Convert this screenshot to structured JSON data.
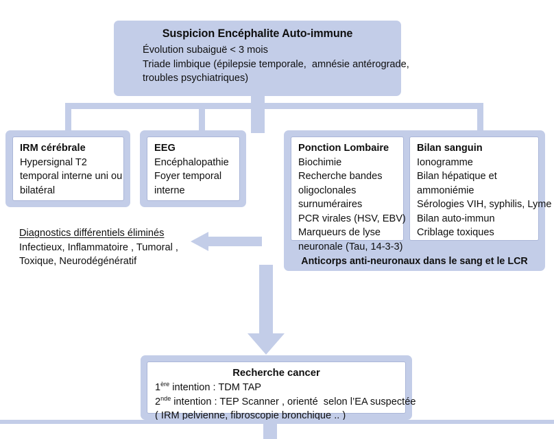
{
  "diagram": {
    "title": "Suspicion Encéphalite Auto-immune — algorithme diagnostique",
    "accent_color": "#c3cde8",
    "box_fill": "#ffffff",
    "text_color": "#0f0f0f"
  },
  "top_node": {
    "title": "Suspicion Encéphalite Auto-immune",
    "lines": [
      "Évolution subaiguë < 3 mois",
      "Triade limbique (épilepsie temporale,  amnésie antérograde,",
      "troubles psychiatriques)"
    ],
    "body": "Évolution subaiguë < 3 mois\nTriade limbique (épilepsie temporale,  amnésie antérograde,\ntroubles psychiatriques)"
  },
  "exams": {
    "irm": {
      "heading": "IRM cérébrale",
      "lines": [
        "Hypersignal T2",
        "temporal interne uni ou",
        "bilatéral"
      ],
      "body": "Hypersignal T2\ntemporal interne uni ou\nbilatéral"
    },
    "eeg": {
      "heading": "EEG",
      "lines": [
        "Encéphalopathie",
        "Foyer temporal",
        "interne"
      ],
      "body": "Encéphalopathie\nFoyer temporal\ninterne"
    },
    "ponction_lombaire": {
      "heading": "Ponction Lombaire",
      "lines": [
        "Biochimie",
        "Recherche bandes",
        "oligoclonales",
        "surnuméraires",
        "PCR virales (HSV, EBV)",
        "Marqueurs de lyse",
        "neuronale (Tau, 14-3-3)"
      ],
      "body": "Biochimie\nRecherche bandes\noligoclonales\nsurnuméraires\nPCR virales (HSV, EBV)\nMarqueurs de lyse\nneuronale (Tau, 14-3-3)"
    },
    "bilan_sanguin": {
      "heading": "Bilan sanguin",
      "lines": [
        "Ionogramme",
        "Bilan hépatique et",
        "ammoniémie",
        "Sérologies VIH, syphilis, Lyme",
        "Bilan auto-immun",
        "Criblage toxiques"
      ],
      "body": "Ionogramme\nBilan hépatique et\nammoniémie\nSérologies VIH, syphilis, Lyme\nBilan auto-immun\nCriblage toxiques"
    },
    "antibodies_banner": "Anticorps anti-neuronaux dans le sang et le LCR"
  },
  "differential": {
    "heading": "Diagnostics différentiels éliminés",
    "lines": [
      "Infectieux, Inflammatoire , Tumoral ,",
      "Toxique, Neurodégénératif"
    ],
    "body": "Infectieux, Inflammatoire , Tumoral ,\nToxique, Neurodégénératif"
  },
  "cancer_node": {
    "title": "Recherche cancer",
    "line1_prefix": "1",
    "line1_sup": "ère",
    "line1_rest": " intention : TDM TAP",
    "line2_prefix": "2",
    "line2_sup": "nde",
    "line2_rest": " intention : TEP Scanner , orienté  selon l’EA suspectée",
    "line3": "( IRM pelvienne, fibroscopie bronchique .. )"
  },
  "connectors": {
    "trunk_label": "vertical-trunk",
    "bus_label": "horizontal-bus",
    "arrow_left_label": "arrow-to-differential",
    "arrow_down_label": "arrow-to-cancer"
  }
}
